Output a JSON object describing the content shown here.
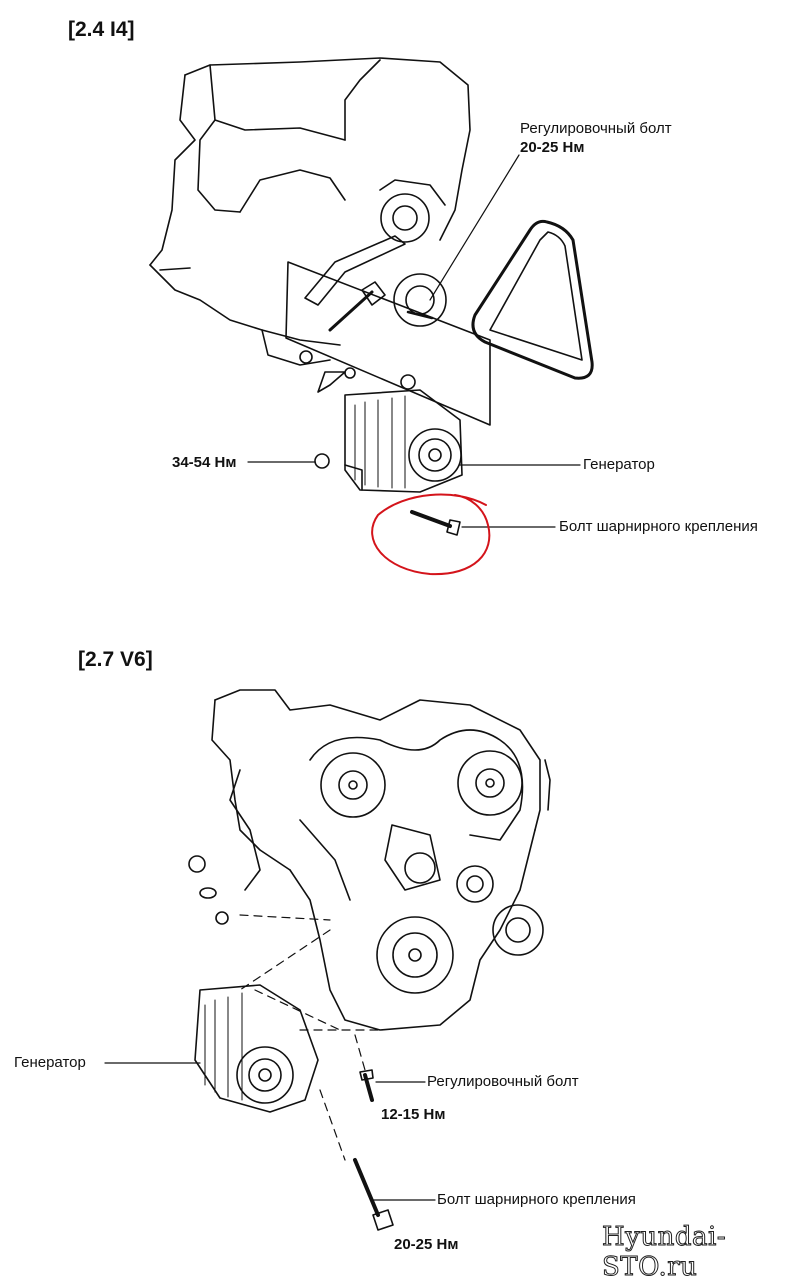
{
  "sections": [
    {
      "title": "[2.4 I4]",
      "labels": {
        "adjusting_bolt": "Регулировочный болт",
        "adjusting_bolt_torque": "20-25 Нм",
        "mount_nut_torque": "34-54 Нм",
        "generator": "Генератор",
        "pivot_bolt": "Болт шарнирного крепления"
      }
    },
    {
      "title": "[2.7 V6]",
      "labels": {
        "generator": "Генератор",
        "adjusting_bolt": "Регулировочный болт",
        "adjusting_bolt_torque": "12-15 Нм",
        "pivot_bolt": "Болт шарнирного крепления",
        "pivot_bolt_torque": "20-25 Нм"
      }
    }
  ],
  "highlight_color": "#d4141b",
  "line_color": "#111111",
  "watermark": "Hyundai-STO.ru"
}
